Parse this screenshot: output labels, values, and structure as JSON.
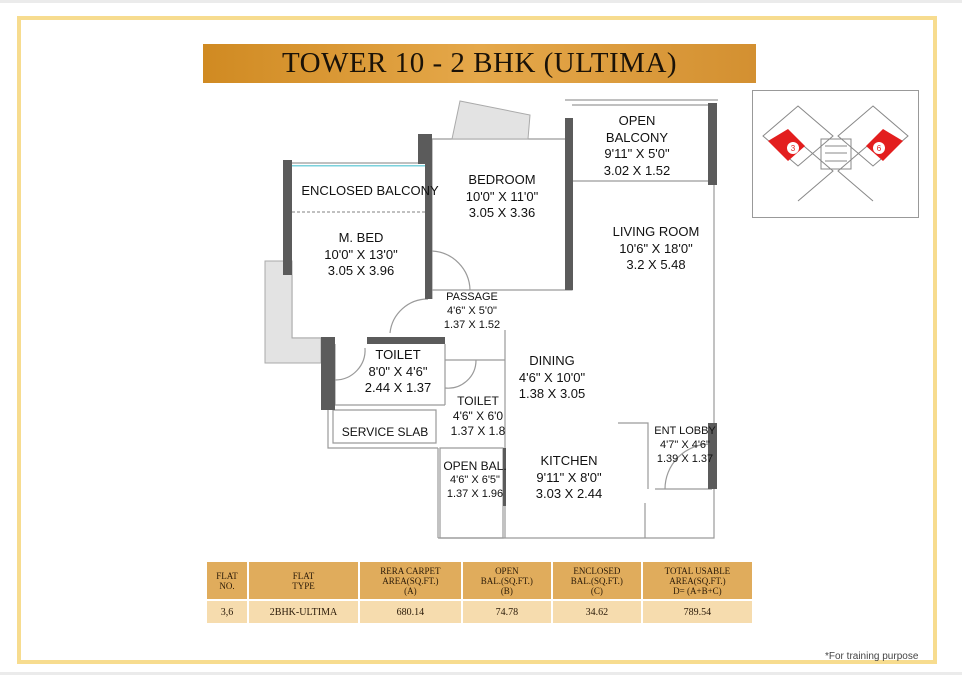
{
  "title": "TOWER 10 - 2 BHK (ULTIMA)",
  "rooms": {
    "open_balcony": {
      "name1": "OPEN",
      "name2": "BALCONY",
      "imperial": "9'11\" X 5'0\"",
      "metric": "3.02 X 1.52"
    },
    "enclosed_balcony": {
      "name": "ENCLOSED BALCONY"
    },
    "bedroom": {
      "name": "BEDROOM",
      "imperial": "10'0\" X 11'0\"",
      "metric": "3.05 X 3.36"
    },
    "master_bed": {
      "name": "M. BED",
      "imperial": "10'0\" X 13'0\"",
      "metric": "3.05 X 3.96"
    },
    "living_room": {
      "name": "LIVING ROOM",
      "imperial": "10'6\" X 18'0\"",
      "metric": "3.2 X 5.48"
    },
    "passage": {
      "name": "PASSAGE",
      "imperial": "4'6\" X 5'0\"",
      "metric": "1.37 X 1.52"
    },
    "toilet_1": {
      "name": "TOILET",
      "imperial": "8'0\" X 4'6\"",
      "metric": "2.44 X 1.37"
    },
    "dining": {
      "name": "DINING",
      "imperial": "4'6\" X 10'0\"",
      "metric": "1.38 X 3.05"
    },
    "toilet_2": {
      "name": "TOILET",
      "imperial": "4'6\" X 6'0",
      "metric": "1.37 X 1.8"
    },
    "service_slab": {
      "name": "SERVICE SLAB"
    },
    "ent_lobby": {
      "name": "ENT LOBBY",
      "imperial": "4'7\" X 4'6\"",
      "metric": "1.39 X 1.37"
    },
    "open_bal": {
      "name": "OPEN BAL.",
      "imperial": "4'6\" X 6'5\"",
      "metric": "1.37 X 1.96"
    },
    "kitchen": {
      "name": "KITCHEN",
      "imperial": "9'11\" X 8'0\"",
      "metric": "3.03 X 2.44"
    }
  },
  "key_plan": {
    "highlighted_units": [
      "3",
      "6"
    ],
    "highlight_color": "#e31e1e"
  },
  "area_table": {
    "headers": [
      [
        "FLAT",
        "NO."
      ],
      [
        "FLAT",
        "TYPE"
      ],
      [
        "RERA CARPET",
        "AREA(SQ.FT.)",
        "(A)"
      ],
      [
        "OPEN",
        "BAL.(SQ.FT.)",
        "(B)"
      ],
      [
        "ENCLOSED",
        "BAL.(SQ.FT.)",
        "(C)"
      ],
      [
        "TOTAL USABLE",
        "AREA(SQ.FT.)",
        "D= (A+B+C)"
      ]
    ],
    "row": [
      "3,6",
      "2BHK-ULTIMA",
      "680.14",
      "74.78",
      "34.62",
      "789.54"
    ]
  },
  "footnote": "*For training purpose",
  "colors": {
    "frame": "#f7dc8f",
    "title_band": "#d9962f",
    "table_header": "#e0ac5c",
    "table_cell": "#f6dcae",
    "wall": "#5a5a5a"
  }
}
